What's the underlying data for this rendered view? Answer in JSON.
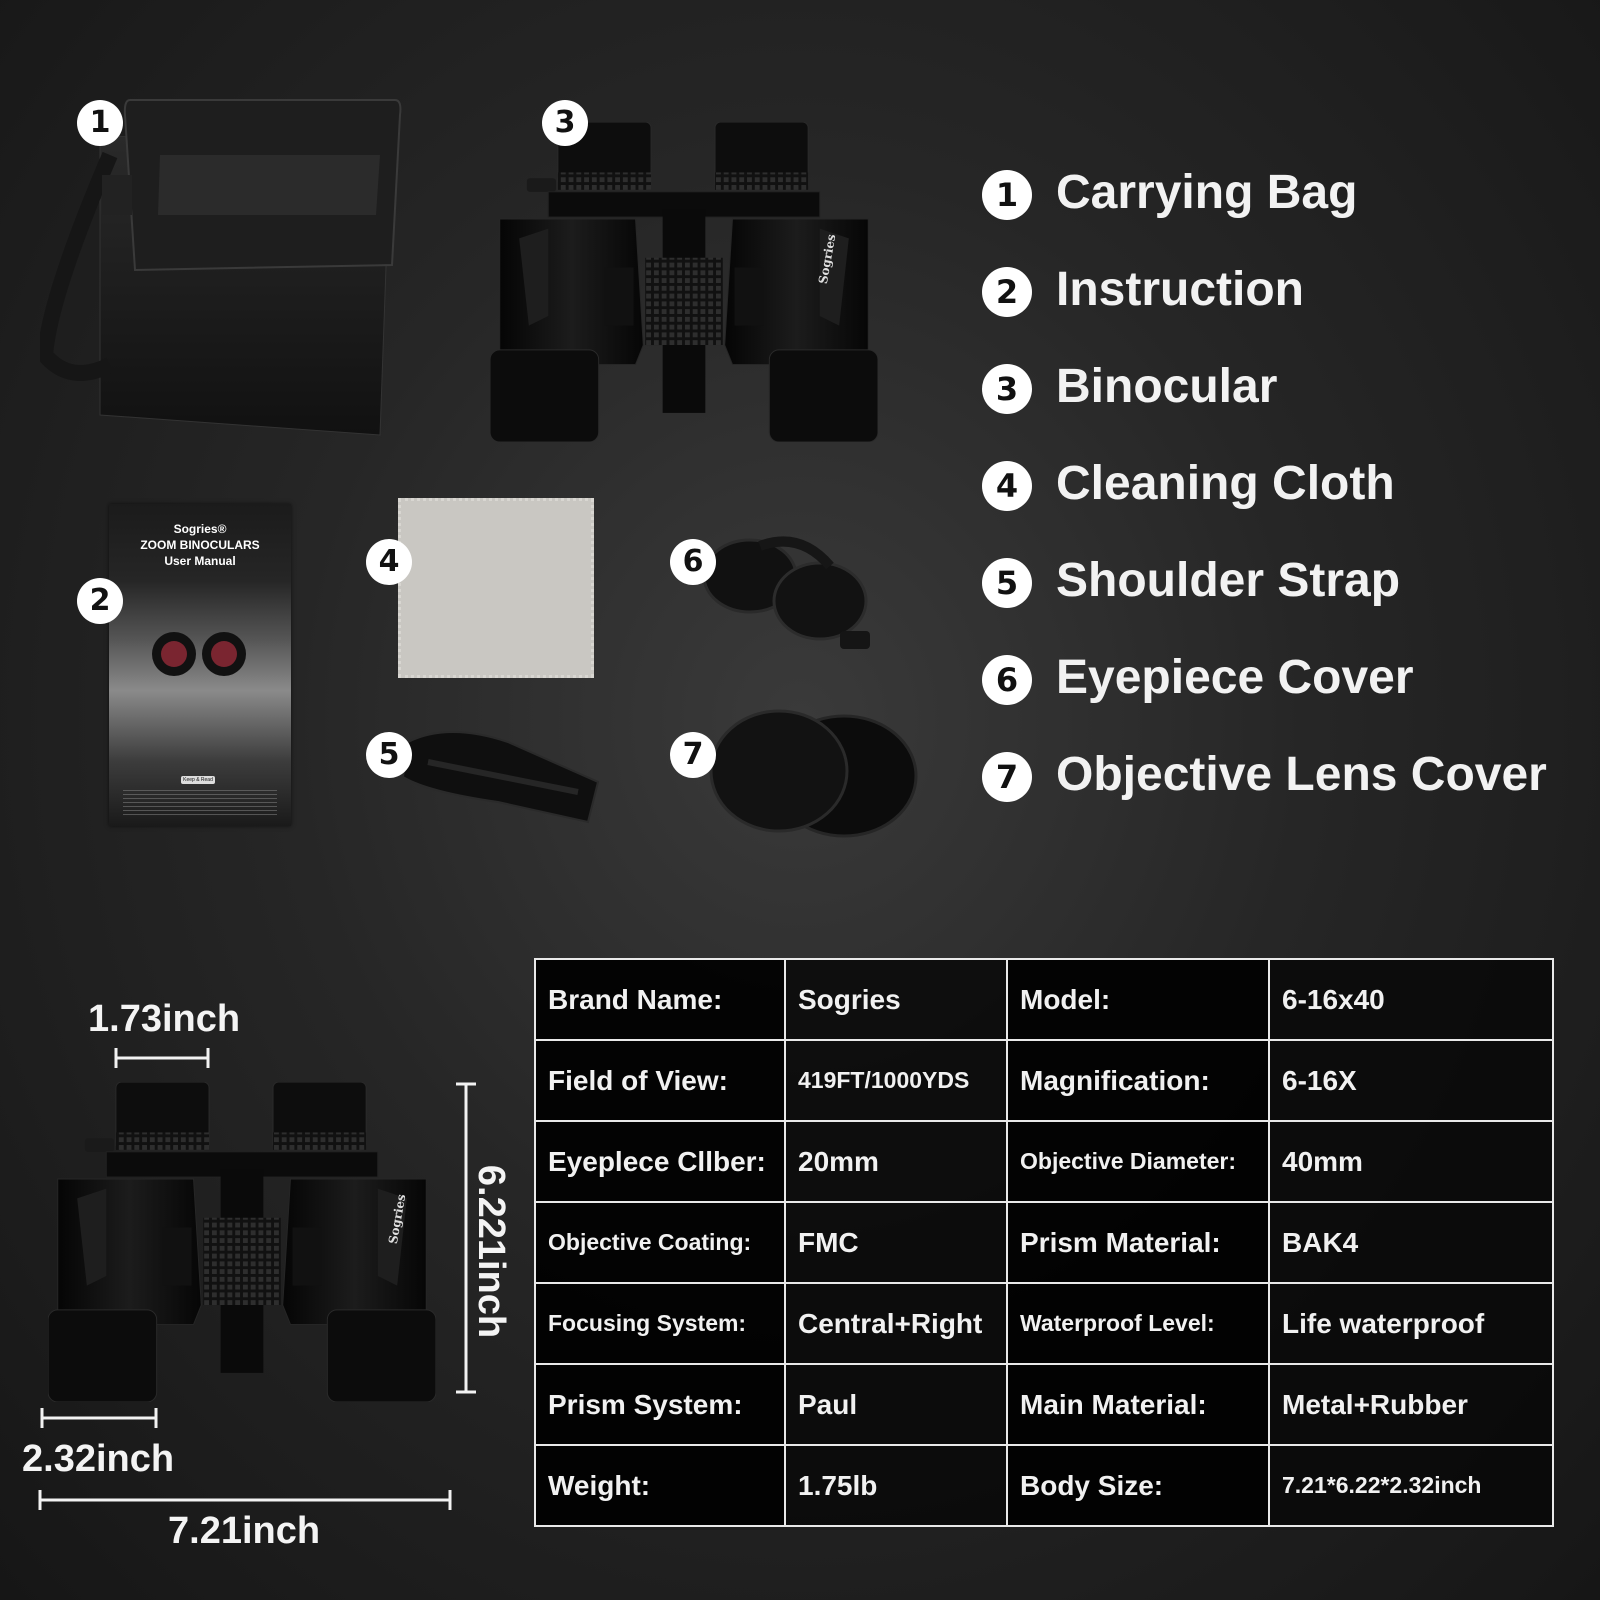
{
  "legend": [
    {
      "num": "1",
      "label": "Carrying Bag"
    },
    {
      "num": "2",
      "label": "Instruction"
    },
    {
      "num": "3",
      "label": "Binocular"
    },
    {
      "num": "4",
      "label": "Cleaning Cloth"
    },
    {
      "num": "5",
      "label": "Shoulder Strap"
    },
    {
      "num": "6",
      "label": "Eyepiece Cover"
    },
    {
      "num": "7",
      "label": "Objective Lens Cover"
    }
  ],
  "badges": {
    "bag": "1",
    "manual": "2",
    "binocular": "3",
    "cloth": "4",
    "strap": "5",
    "eyepiece": "6",
    "objective": "7"
  },
  "manual": {
    "brand": "Sogries®",
    "line1": "ZOOM BINOCULARS",
    "line2": "User Manual",
    "keep": "Keep & Read"
  },
  "brand_print": "Sogries",
  "dimensions": {
    "eyepiece_width": "1.73inch",
    "height": "6.221inch",
    "depth": "2.32inch",
    "width": "7.21inch"
  },
  "specs": [
    [
      {
        "label": "Brand Name:",
        "value": "Sogries"
      },
      {
        "label": "Model:",
        "value": "6-16x40"
      }
    ],
    [
      {
        "label": "Field of View:",
        "value": "419FT/1000YDS"
      },
      {
        "label": "Magnification:",
        "value": "6-16X"
      }
    ],
    [
      {
        "label": "Eyeplece Cllber:",
        "value": "20mm"
      },
      {
        "label": "Objective Diameter:",
        "value": "40mm"
      }
    ],
    [
      {
        "label": "Objective Coating:",
        "value": "FMC"
      },
      {
        "label": "Prism Material:",
        "value": "BAK4"
      }
    ],
    [
      {
        "label": "Focusing System:",
        "value": "Central+Right"
      },
      {
        "label": "Waterproof Level:",
        "value": "Life waterproof"
      }
    ],
    [
      {
        "label": "Prism System:",
        "value": "Paul"
      },
      {
        "label": "Main Material:",
        "value": "Metal+Rubber"
      }
    ],
    [
      {
        "label": "Weight:",
        "value": "1.75lb"
      },
      {
        "label": "Body Size:",
        "value": "7.21*6.22*2.32inch"
      }
    ]
  ]
}
